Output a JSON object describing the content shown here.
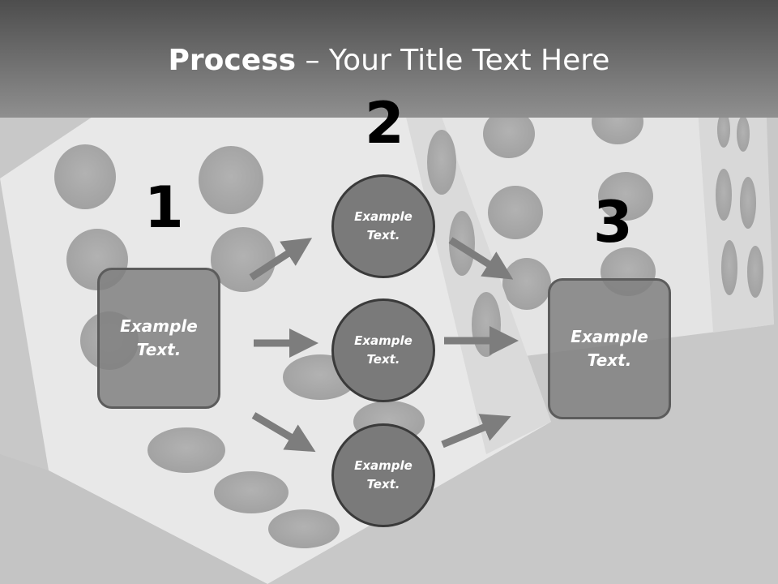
{
  "slide": {
    "title_bold": "Process",
    "title_rest": " – Your Title Text Here"
  },
  "steps": [
    {
      "number": "1",
      "box": {
        "line1": "Example",
        "line2": "Text."
      }
    },
    {
      "number": "2",
      "circles": [
        {
          "line1": "Example",
          "line2": "Text."
        },
        {
          "line1": "Example",
          "line2": "Text."
        },
        {
          "line1": "Example",
          "line2": "Text."
        }
      ]
    },
    {
      "number": "3",
      "box": {
        "line1": "Example",
        "line2": "Text."
      }
    }
  ],
  "colors": {
    "header_dark": "#4d4d4d",
    "header_light": "#8f8f8f",
    "background": "#c8c8c8",
    "box_fill": "#808080",
    "circle_fill": "#7a7a7a",
    "arrow": "#7d7d7d",
    "text": "#ffffff"
  },
  "background_image": "dice-photo"
}
